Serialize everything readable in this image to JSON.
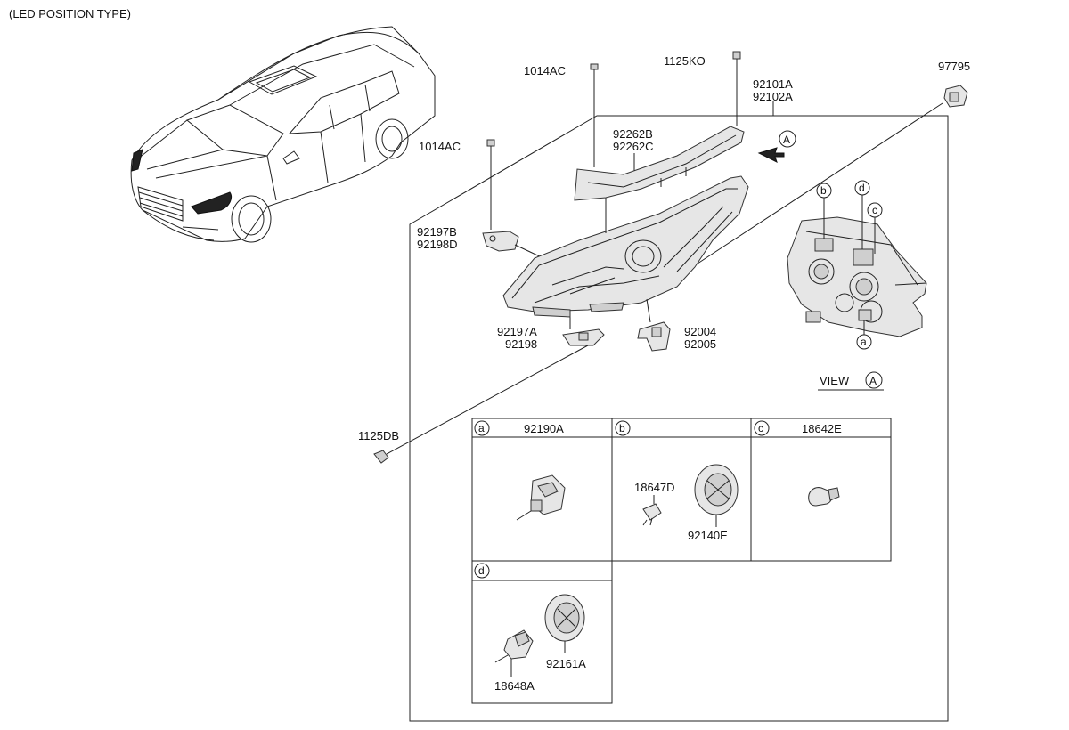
{
  "title": "(LED POSITION TYPE)",
  "callouts": {
    "p1014ac_top": "1014AC",
    "p1125ko": "1125KO",
    "p92101a": "92101A",
    "p92102a": "92102A",
    "p97795": "97795",
    "p92262b": "92262B",
    "p92262c": "92262C",
    "p1014ac_left": "1014AC",
    "p92197b": "92197B",
    "p92198d": "92198D",
    "p92197a": "92197A",
    "p92198": "92198",
    "p92004": "92004",
    "p92005": "92005",
    "p1125db": "1125DB",
    "view": "VIEW",
    "view_letter": "A",
    "arrow_letter": "A"
  },
  "view_markers": [
    "b",
    "d",
    "c",
    "a"
  ],
  "detail_boxes": {
    "a": {
      "letter": "a",
      "part": "92190A"
    },
    "b": {
      "letter": "b",
      "part": "",
      "sub1": "18647D",
      "sub2": "92140E"
    },
    "c": {
      "letter": "c",
      "part": "18642E"
    },
    "d": {
      "letter": "d",
      "part": "",
      "sub1": "18648A",
      "sub2": "92161A"
    }
  }
}
